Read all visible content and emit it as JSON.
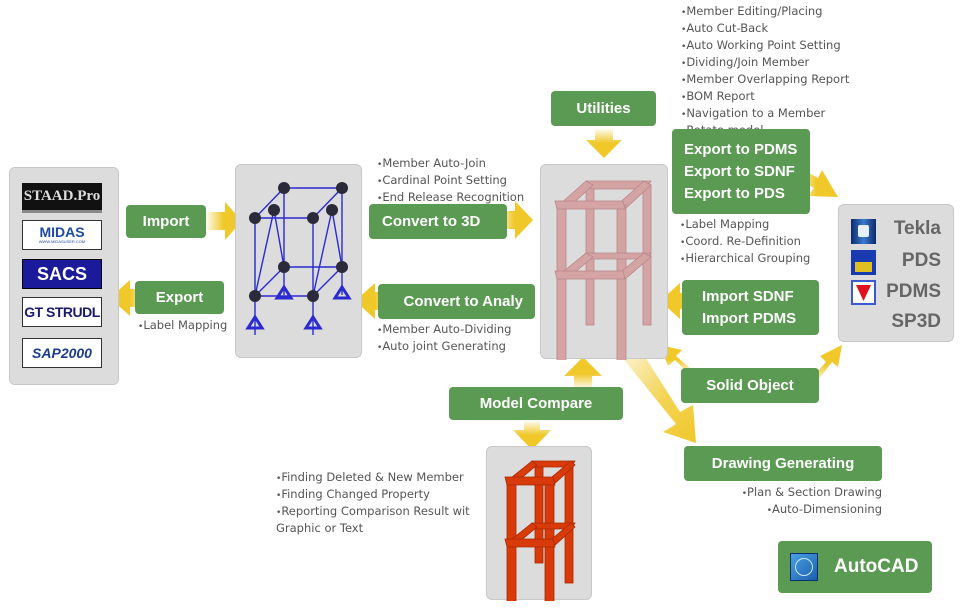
{
  "colors": {
    "button_green": "#5b9a52",
    "panel_grey": "#dcdcdc",
    "arrow_yellow": "#f0c82a",
    "wire_blue": "#2a2ad0",
    "node_dark": "#2a2a3a",
    "model_pink": "#d4a3a3",
    "model_red": "#d83a0a"
  },
  "sources": {
    "logos": [
      {
        "name": "STAAD.Pro"
      },
      {
        "name": "MIDAS",
        "sub": "WWW.MIDASUSER.COM"
      },
      {
        "name": "SACS"
      },
      {
        "name": "GT STRUDL"
      },
      {
        "name": "SAP2000"
      }
    ]
  },
  "buttons": {
    "import": "Import",
    "export": "Export",
    "convert_3d": "Convert to 3D",
    "convert_analy": "Convert to Analy",
    "utilities": "Utilities",
    "export_targets": [
      "Export to PDMS",
      "Export to SDNF",
      "Export to PDS"
    ],
    "import_targets": [
      "Import SDNF",
      "Import PDMS"
    ],
    "solid_object": "Solid Object",
    "model_compare": "Model Compare",
    "drawing_generating": "Drawing Generating",
    "autocad": "AutoCAD"
  },
  "notes": {
    "export": [
      "Label Mapping"
    ],
    "convert_3d": [
      "Member Auto-Join",
      "Cardinal Point Setting",
      "End Release Recognition"
    ],
    "convert_analy": [
      "Member Auto-Dividing",
      "Auto joint Generating"
    ],
    "utilities": [
      "Member Editing/Placing",
      "Auto Cut-Back",
      "Auto Working Point Setting",
      "Dividing/Join Member",
      "Member Overlapping Report",
      "BOM Report",
      "Navigation to a Member",
      "Rotate model"
    ],
    "export_targets": [
      "Label Mapping",
      "Coord. Re-Definition",
      "Hierarchical Grouping"
    ],
    "model_compare": [
      "Finding Deleted & New Member",
      "Finding Changed Property",
      "Reporting Comparison Result wit Graphic or Text"
    ],
    "drawing": [
      "Plan & Section Drawing",
      "Auto-Dimensioning"
    ]
  },
  "targets": [
    "Tekla",
    "PDS",
    "PDMS",
    "SP3D"
  ]
}
